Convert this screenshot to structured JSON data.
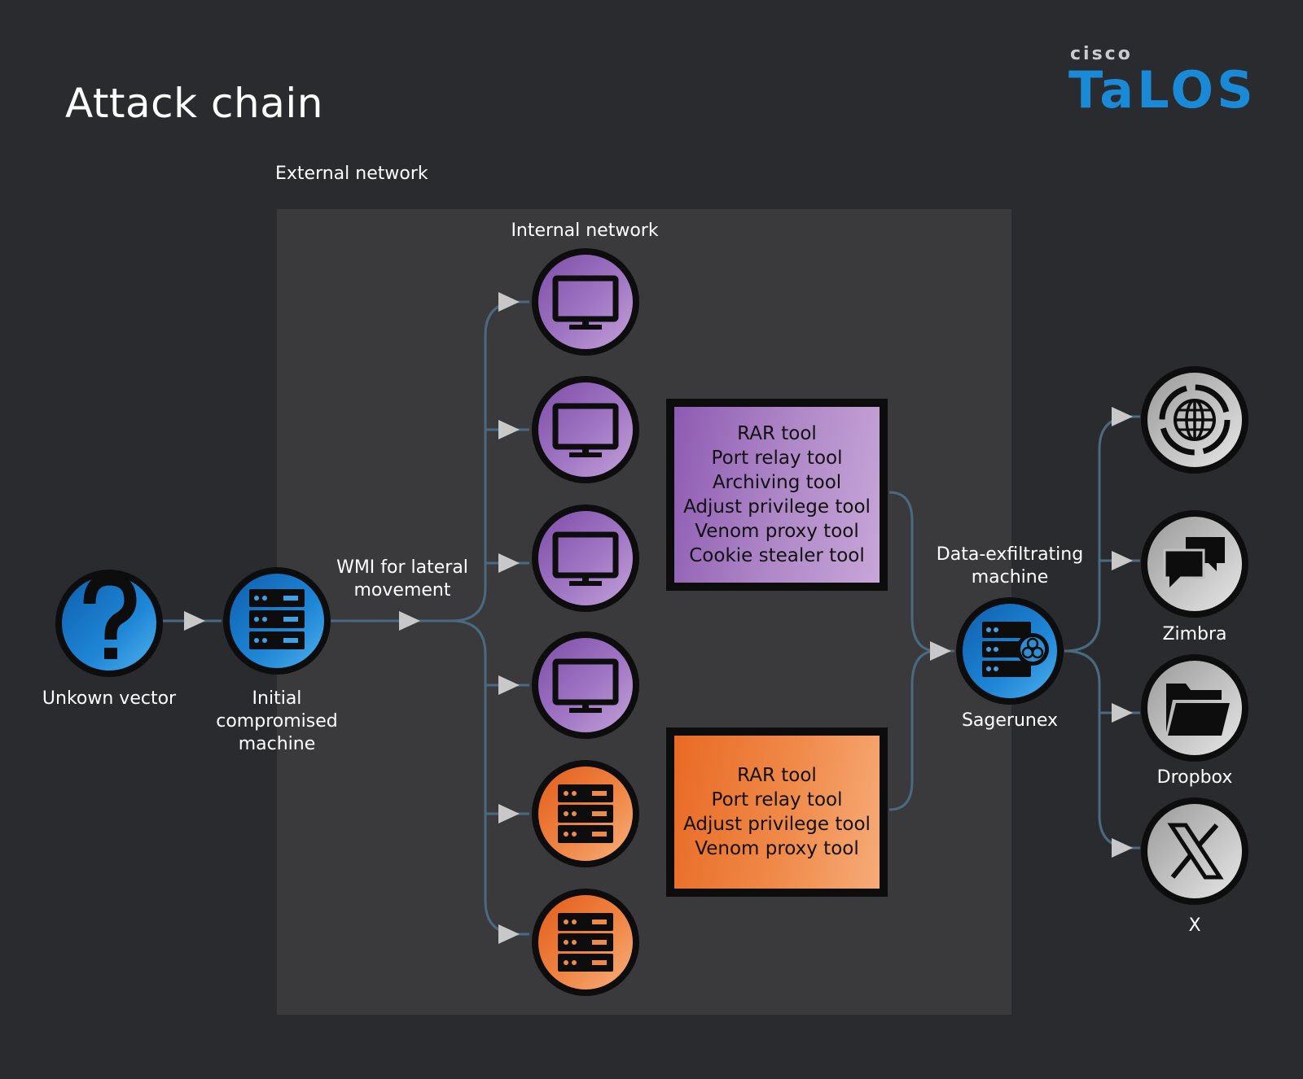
{
  "title": "Attack chain",
  "logo": {
    "top": "cisco",
    "bottom": "TaLOS"
  },
  "zones": {
    "external": "External network",
    "internal": "Internal network"
  },
  "edge_label": "WMI for lateral\nmovement",
  "nodes": {
    "unknown": {
      "label": "Unkown vector",
      "icon": "question-mark-icon"
    },
    "initial": {
      "label": "Initial\ncompromised\nmachine",
      "icon": "server-icon"
    },
    "exfil": {
      "caption": "Data-exfiltrating\nmachine",
      "label": "Sagerunex",
      "icon": "biohazard-server-icon"
    },
    "destinations": [
      {
        "label": "",
        "icon": "globe-icon"
      },
      {
        "label": "Zimbra",
        "icon": "chat-bubbles-icon"
      },
      {
        "label": "Dropbox",
        "icon": "folder-icon"
      },
      {
        "label": "X",
        "icon": "x-logo-icon"
      }
    ]
  },
  "tool_boxes": {
    "purple": [
      "RAR tool",
      "Port relay tool",
      "Archiving tool",
      "Adjust privilege tool",
      "Venom proxy tool",
      "Cookie stealer tool"
    ],
    "orange": [
      "RAR tool",
      "Port relay tool",
      "Adjust privilege tool",
      "Venom proxy tool"
    ]
  },
  "colors": {
    "background": "#2a2b2e",
    "panel": "#3a3a3c",
    "blue": "#1b7fd0",
    "purple": "#9b6cc0",
    "orange": "#ec7a34",
    "gray": "#bdbdbd",
    "line": "#4a6a80",
    "arrow": "#c8c8c8"
  }
}
